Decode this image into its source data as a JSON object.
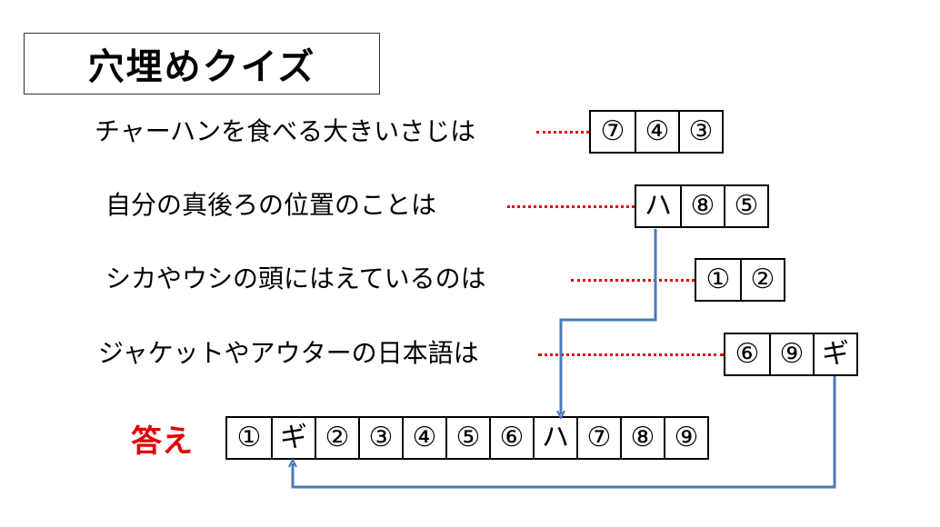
{
  "title": "穴埋めクイズ",
  "questions": [
    {
      "text": "チャーハンを食べる大きいさじは",
      "cells": [
        "⑦",
        "④",
        "③"
      ]
    },
    {
      "text": "自分の真後ろの位置のことは",
      "cells": [
        "ハ",
        "⑧",
        "⑤"
      ]
    },
    {
      "text": "シカやウシの頭にはえているのは",
      "cells": [
        "①",
        "②"
      ]
    },
    {
      "text": "ジャケットやアウターの日本語は",
      "cells": [
        "⑥",
        "⑨",
        "ギ"
      ]
    }
  ],
  "answer": {
    "label": "答え",
    "cells": [
      "①",
      "ギ",
      "②",
      "③",
      "④",
      "⑤",
      "⑥",
      "ハ",
      "⑦",
      "⑧",
      "⑨"
    ]
  },
  "colors": {
    "dots": "#e00000",
    "arrow": "#4a7ab8",
    "answer_label": "#e00000"
  }
}
